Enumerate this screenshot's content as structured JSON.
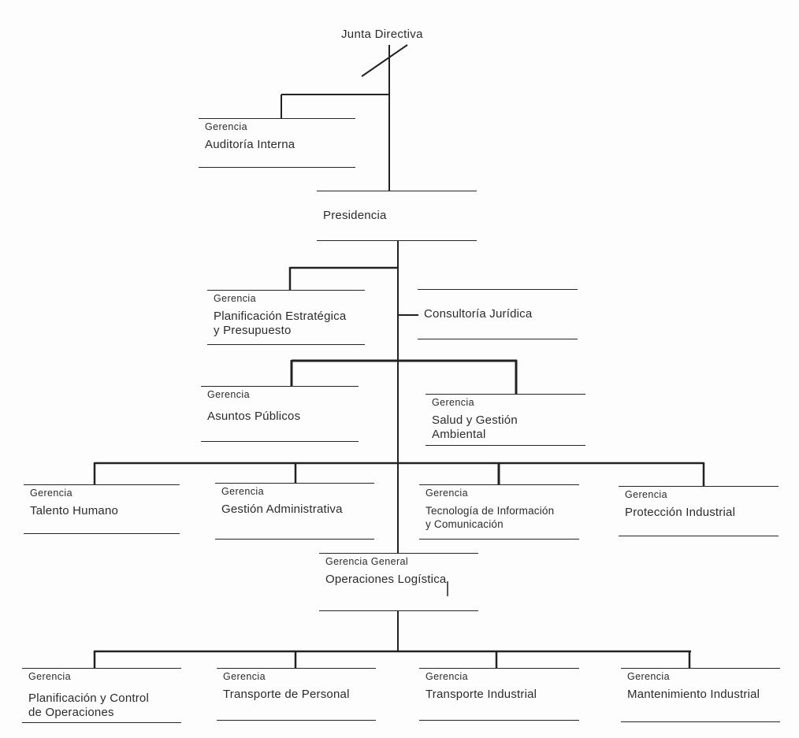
{
  "diagram": {
    "kind": "org-chart",
    "language": "es"
  },
  "nodes": {
    "junta_directiva": {
      "title": "Junta Directiva"
    },
    "auditoria_interna": {
      "prefix": "Gerencia",
      "lines": [
        "Auditoría Interna"
      ]
    },
    "presidencia": {
      "title": "Presidencia"
    },
    "planificacion_estrategica": {
      "prefix": "Gerencia",
      "lines": [
        "Planificación Estratégica",
        "y Presupuesto"
      ]
    },
    "consultoria_juridica": {
      "title": "Consultoría Jurídica"
    },
    "asuntos_publicos": {
      "prefix": "Gerencia",
      "lines": [
        "Asuntos Públicos"
      ]
    },
    "salud_gestion_ambiental": {
      "prefix": "Gerencia",
      "lines": [
        "Salud y Gestión",
        "Ambiental"
      ]
    },
    "talento_humano": {
      "prefix": "Gerencia",
      "lines": [
        "Talento Humano"
      ]
    },
    "gestion_administrativa": {
      "prefix": "Gerencia",
      "lines": [
        "Gestión Administrativa"
      ]
    },
    "tecnologia_informacion": {
      "prefix": "Gerencia",
      "lines": [
        "Tecnología de Información",
        "y Comunicación"
      ]
    },
    "proteccion_industrial": {
      "prefix": "Gerencia",
      "lines": [
        "Protección Industrial"
      ]
    },
    "operaciones_logistica": {
      "prefix": "Gerencia General",
      "lines": [
        "Operaciones Logística"
      ]
    },
    "planificacion_control": {
      "prefix": "Gerencia",
      "lines": [
        "Planificación y Control",
        "de Operaciones"
      ]
    },
    "transporte_personal": {
      "prefix": "Gerencia",
      "lines": [
        "Transporte de Personal"
      ]
    },
    "transporte_industrial": {
      "prefix": "Gerencia",
      "lines": [
        "Transporte Industrial"
      ]
    },
    "mantenimiento_industrial": {
      "prefix": "Gerencia",
      "lines": [
        "Mantenimiento Industrial"
      ]
    }
  },
  "colors": {
    "line": "#222222",
    "text": "#2b2b2b",
    "background": "#fdfdfd"
  }
}
